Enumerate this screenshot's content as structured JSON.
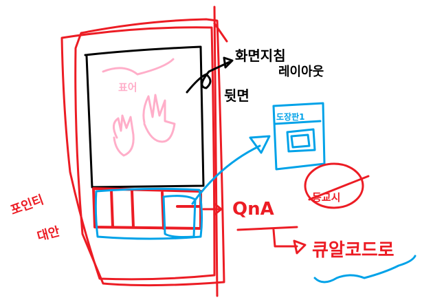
{
  "colors": {
    "red": "#ec1c24",
    "black": "#000000",
    "blue": "#00a2e8",
    "pink": "#ffaec9"
  },
  "annotations": {
    "screen_layout_line1": "화면지침",
    "screen_layout_line2": "레이아웃",
    "back_side": "뒷면",
    "card_title": "도장판1",
    "pink_motto": "표어",
    "left_note_line1": "포인티",
    "left_note_line2": "대안",
    "qna": "QnA",
    "qr_code": "큐알코드로",
    "circle_note": "등교시"
  }
}
